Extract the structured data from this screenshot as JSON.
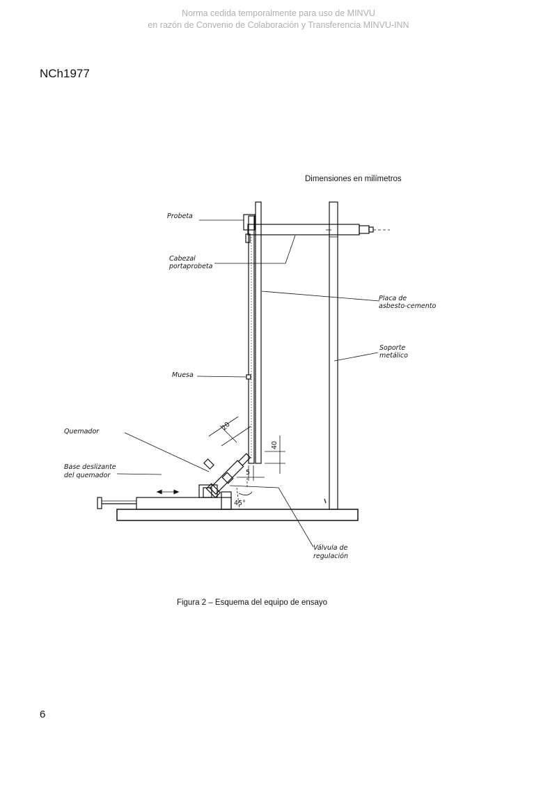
{
  "watermark": {
    "line1": "Norma cedida temporalmente para uso de MINVU",
    "line2": "en razón de Convenio de Colaboración y Transferencia MINVU-INN"
  },
  "header": {
    "standard_code": "NCh1977"
  },
  "figure": {
    "dimensions_note": "Dimensiones en milímetros",
    "caption": "Figura 2 – Esquema del equipo de ensayo",
    "labels": {
      "probeta": "Probeta",
      "cabezal_1": "Cabezal",
      "cabezal_2": "portaprobeta",
      "placa_1": "Placa de",
      "placa_2": "asbesto-cemento",
      "soporte_1": "Soporte",
      "soporte_2": "metálico",
      "muesca": "Muesa",
      "quemador": "Quemador",
      "base_1": "Base deslizante",
      "base_2": "del quemador",
      "valvula_1": "Válvula de",
      "valvula_2": "regulación"
    },
    "dimensions": {
      "d20": "20",
      "d40": "40",
      "d5": "5",
      "angle": "45°"
    }
  },
  "footer": {
    "page_number": "6"
  }
}
